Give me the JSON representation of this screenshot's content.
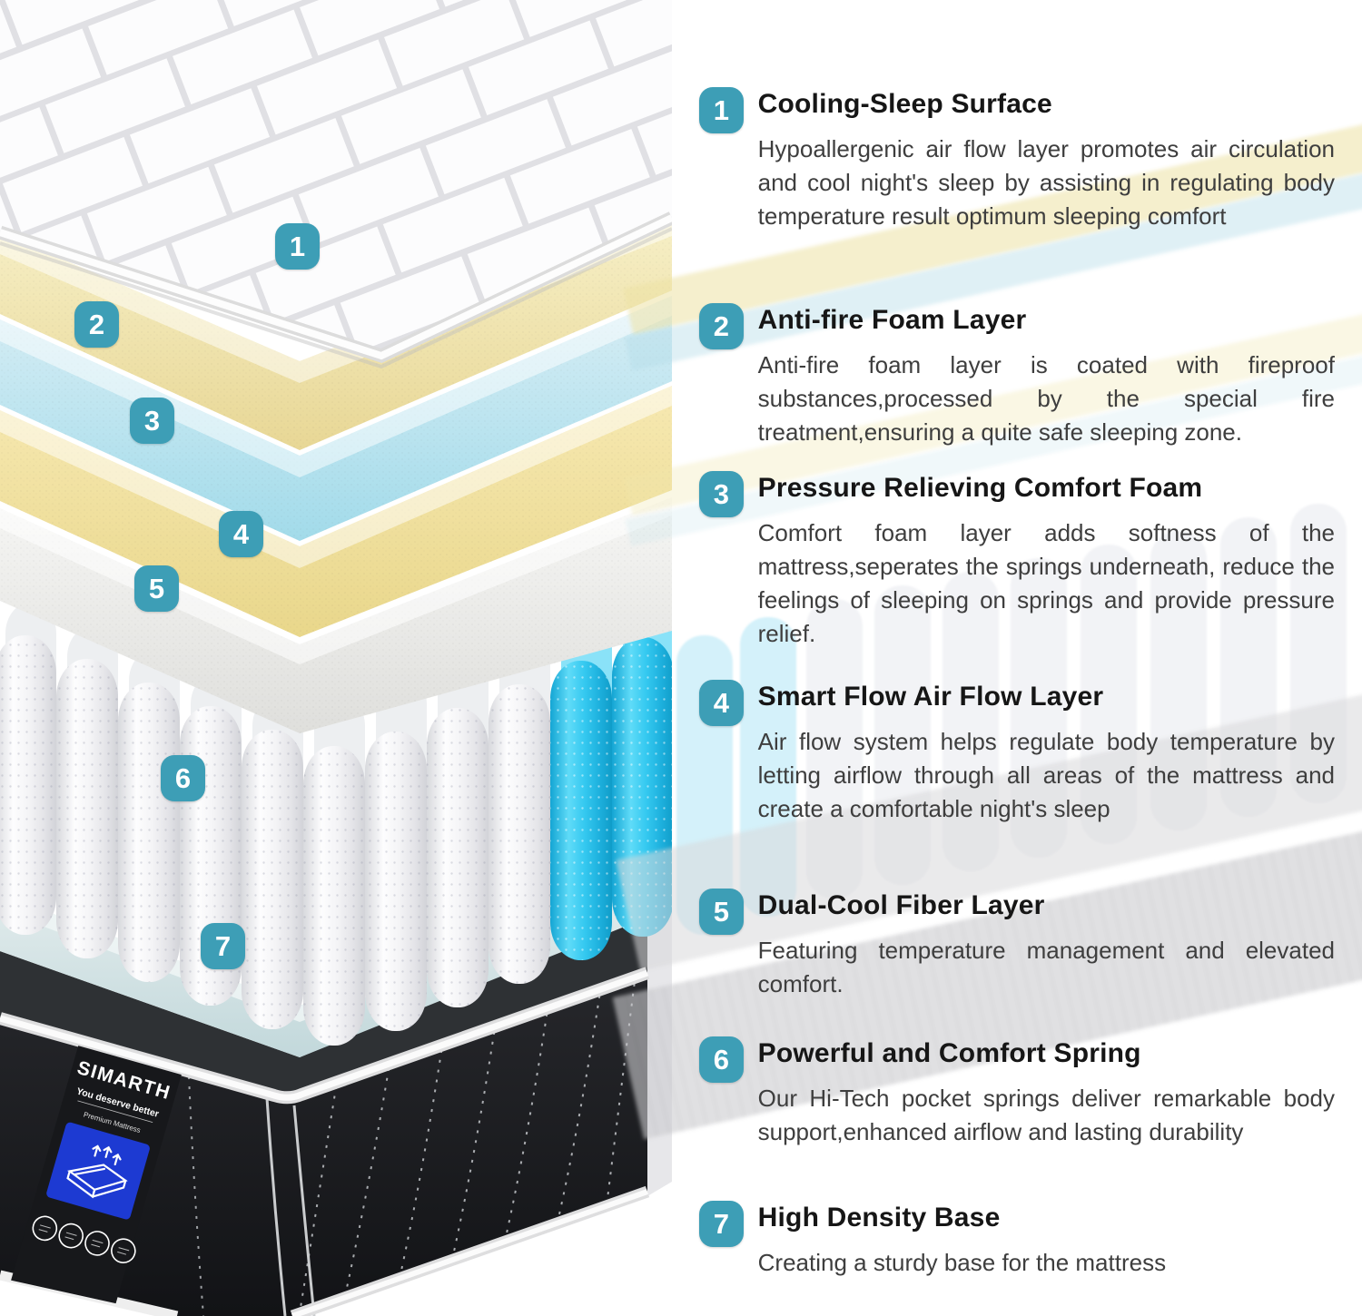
{
  "brand": {
    "name": "SIMARTH",
    "tagline": "You deserve better",
    "product_line": "Premium Mattress"
  },
  "layers": [
    {
      "number": "1",
      "title": "Cooling-Sleep Surface",
      "description": "Hypoallergenic air flow layer promotes air circulation and cool night's sleep by assisting in regulating body temperature result optimum sleeping comfort"
    },
    {
      "number": "2",
      "title": "Anti-fire Foam Layer",
      "description": "Anti-fire foam layer is coated with fireproof substances,processed by the special fire treatment,ensuring a quite safe sleeping zone."
    },
    {
      "number": "3",
      "title": "Pressure Relieving Comfort Foam",
      "description": "Comfort foam layer adds softness of the mattress,seperates the springs underneath, reduce the feelings of sleeping on springs and provide pressure relief."
    },
    {
      "number": "4",
      "title": "Smart Flow Air Flow Layer",
      "description": "Air flow system helps regulate body temperature by letting airflow through all areas of the mattress and create a comfortable night's sleep"
    },
    {
      "number": "5",
      "title": "Dual-Cool Fiber Layer",
      "description": "Featuring temperature management and elevated comfort."
    },
    {
      "number": "6",
      "title": "Powerful and Comfort Spring",
      "description": "Our Hi-Tech pocket springs deliver remarkable body support,enhanced airflow and lasting durability"
    },
    {
      "number": "7",
      "title": "High Density Base",
      "description": "Creating a sturdy base for the mattress"
    }
  ],
  "colors": {
    "accent_teal": "#3D9EB6",
    "logo_blue": "#1D3AD2",
    "layer_yellow_top": "#F6EFC6",
    "layer_blue_top": "#CDEAF3",
    "layer_gray_top": "#F2F2F0",
    "layer_aqua_top": "#E2EDEE",
    "spring_cyan": "#35C9F0",
    "base_black": "#1D1E21"
  }
}
